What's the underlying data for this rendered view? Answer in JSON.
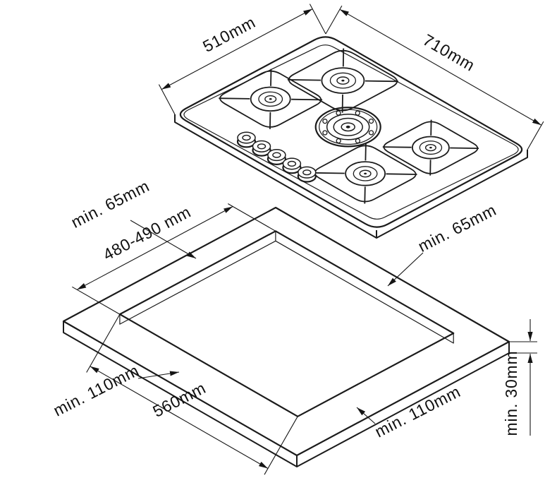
{
  "hob": {
    "depth_label": "510mm",
    "width_label": "710mm"
  },
  "cutout": {
    "back_clearance_label": "min. 65mm",
    "cutout_depth_label": "480-490 mm",
    "side_clearance_label": "min. 65mm",
    "cutout_width_label": "560mm",
    "left_clearance_label": "min. 110mm",
    "front_clearance_label": "min. 110mm",
    "thickness_label": "min. 30mm"
  }
}
